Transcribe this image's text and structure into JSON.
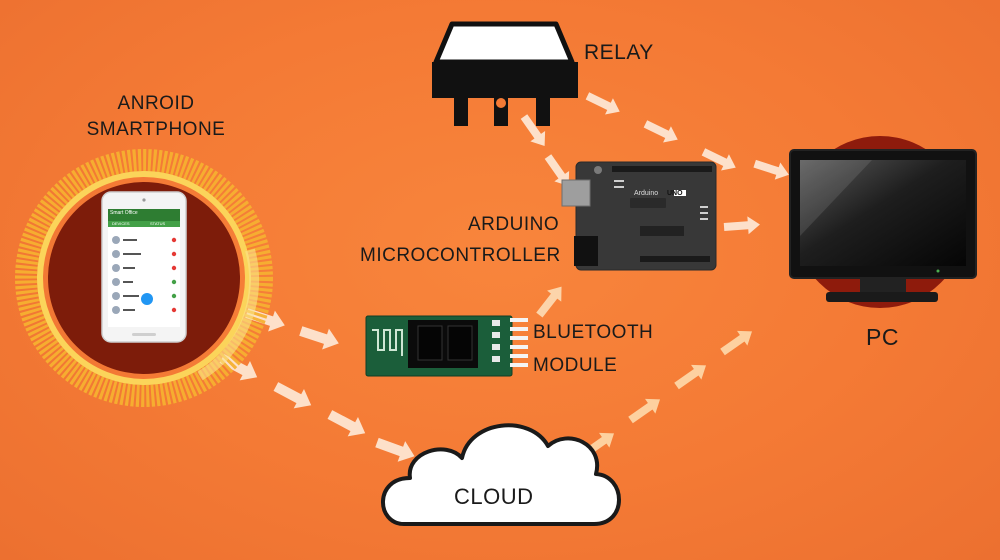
{
  "labels": {
    "phone_line1": "ANROID",
    "phone_line2": "SMARTPHONE",
    "relay": "RELAY",
    "arduino_line1": "ARDUINO",
    "arduino_line2": "MICROCONTROLLER",
    "bluetooth_line1": "BLUETOOTH",
    "bluetooth_line2": "MODULE",
    "pc": "PC",
    "cloud": "CLOUD"
  },
  "phone_screen": {
    "app_title": "Smart Office",
    "tab_left": "DEVICES",
    "tab_right": "STATUS"
  },
  "arduino_board": {
    "brand": "Arduino",
    "model": "UNO"
  },
  "colors": {
    "background": "#f47a35",
    "arrow": "#fde8d8",
    "ring": "#f8b52a",
    "disc": "#7a1a08",
    "board": "#333333"
  }
}
